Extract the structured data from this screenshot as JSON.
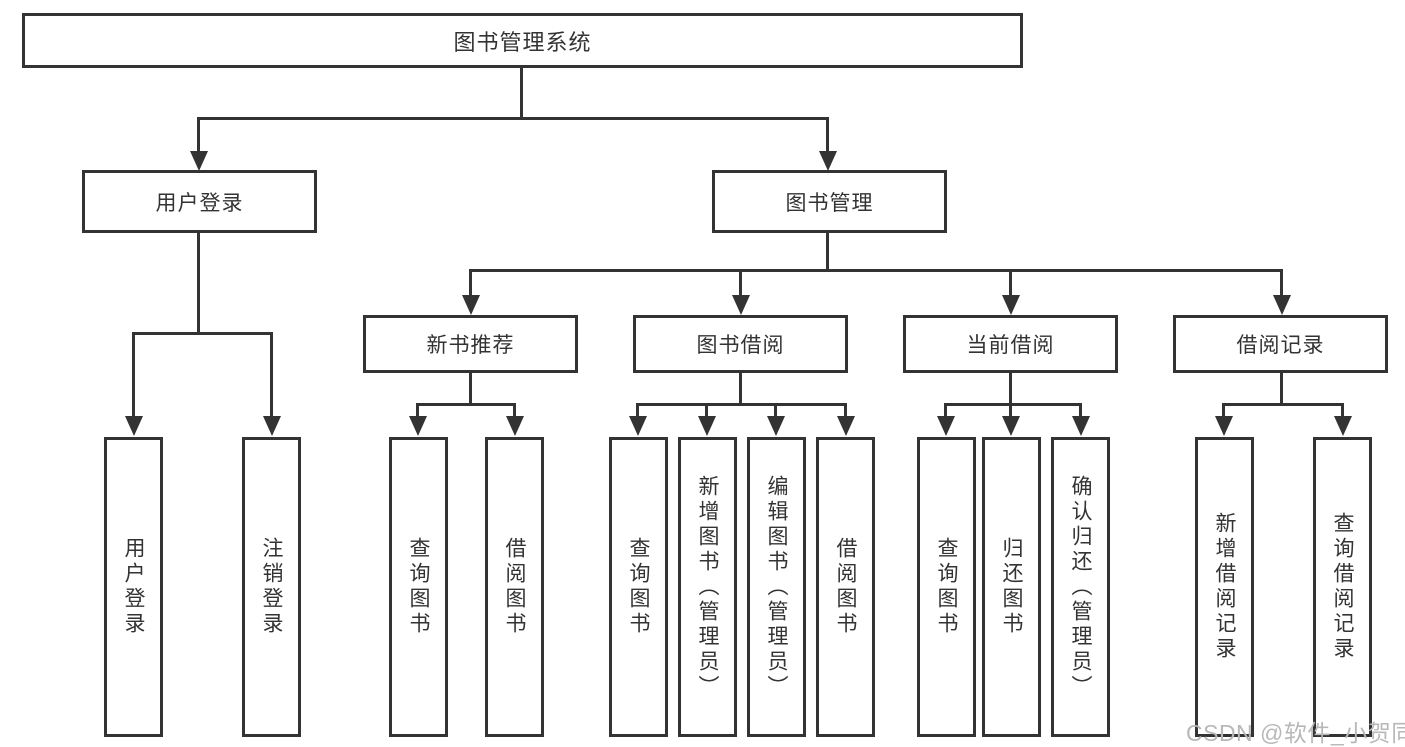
{
  "diagram": {
    "root": "图书管理系统",
    "level2": [
      {
        "label": "用户登录"
      },
      {
        "label": "图书管理"
      }
    ],
    "login_children": [
      {
        "label": "用户登录"
      },
      {
        "label": "注销登录"
      }
    ],
    "level3": [
      {
        "label": "新书推荐"
      },
      {
        "label": "图书借阅"
      },
      {
        "label": "当前借阅"
      },
      {
        "label": "借阅记录"
      }
    ],
    "recommend_children": [
      {
        "label": "查询图书"
      },
      {
        "label": "借阅图书"
      }
    ],
    "borrow_children": [
      {
        "label": "查询图书"
      },
      {
        "label": "新增图书（管理员）"
      },
      {
        "label": "编辑图书（管理员）"
      },
      {
        "label": "借阅图书"
      }
    ],
    "current_children": [
      {
        "label": "查询图书"
      },
      {
        "label": "归还图书"
      },
      {
        "label": "确认归还（管理员）"
      }
    ],
    "record_children": [
      {
        "label": "新增借阅记录"
      },
      {
        "label": "查询借阅记录"
      }
    ],
    "watermark": "CSDN @软件_小贺同学",
    "colors": {
      "line": "#333333",
      "text": "#333333",
      "background": "#ffffff",
      "watermark": "#b8b8b8"
    }
  }
}
